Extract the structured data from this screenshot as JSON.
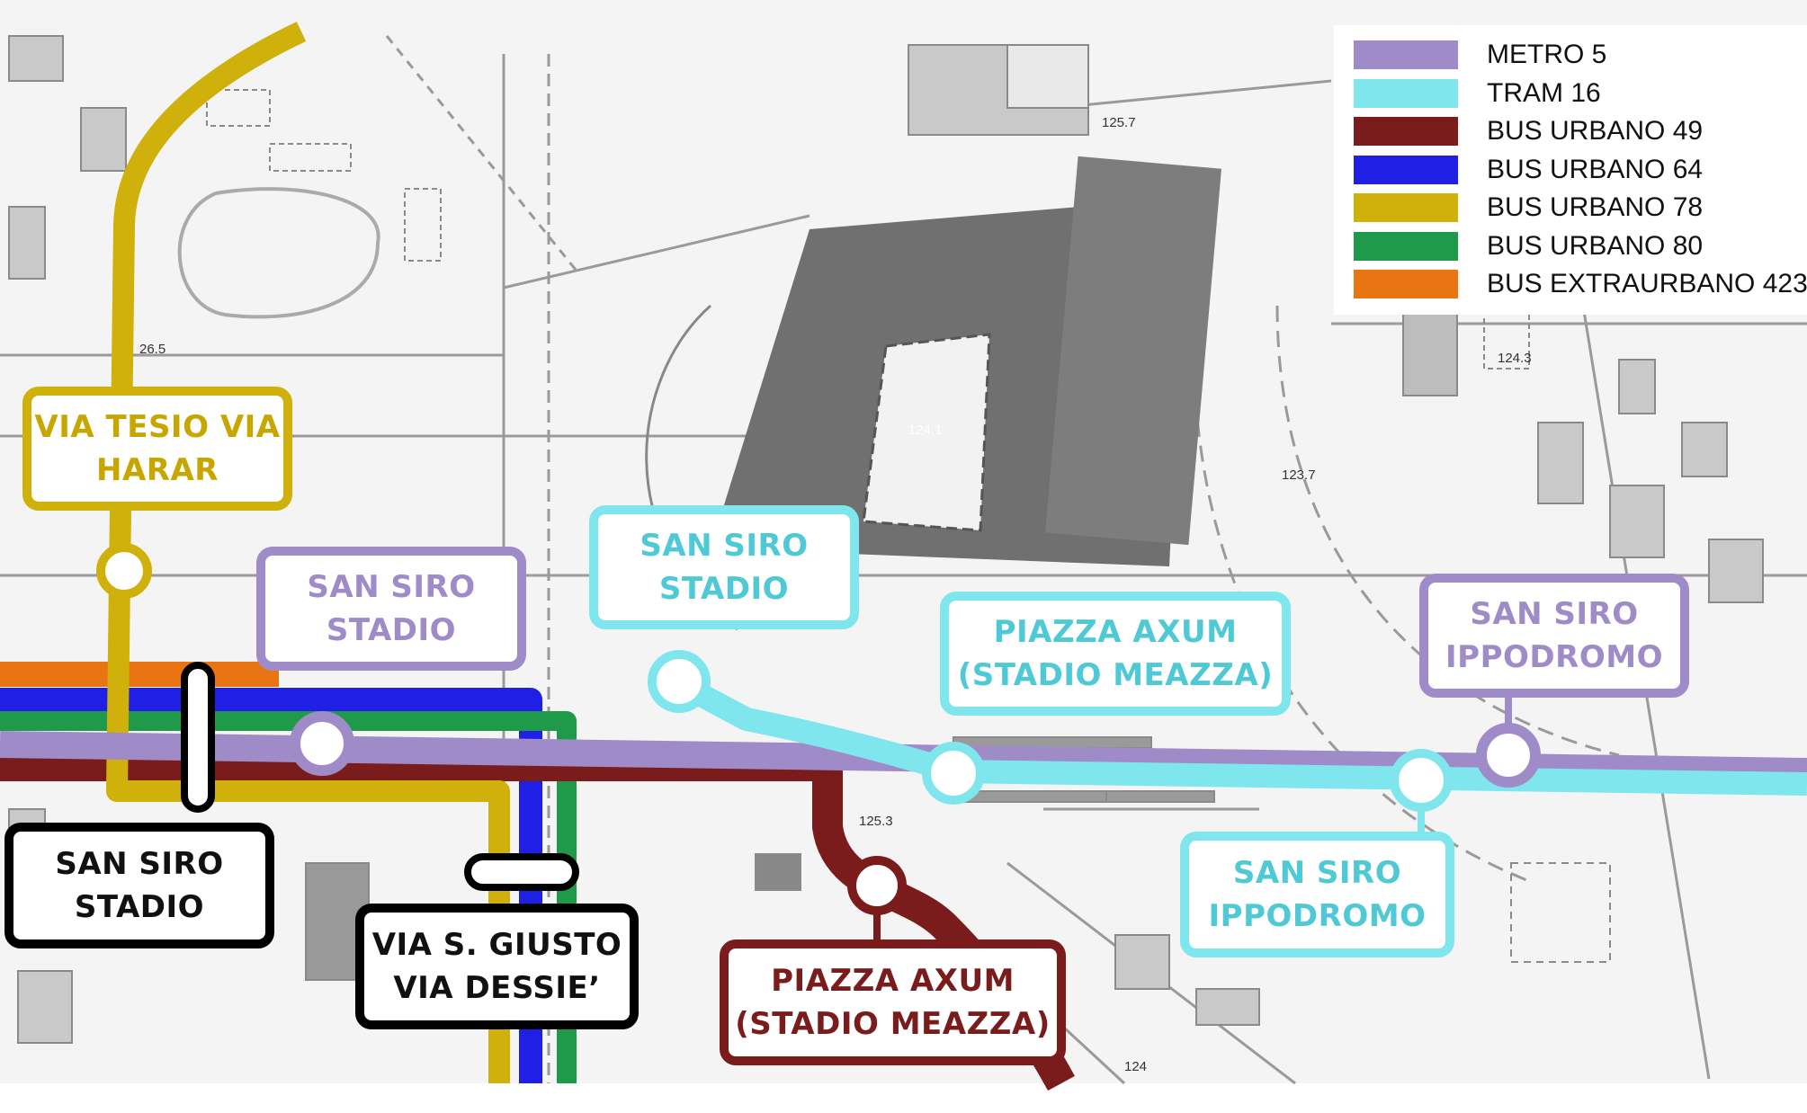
{
  "legend": [
    {
      "name": "METRO 5",
      "color": "#a08bc9"
    },
    {
      "name": "TRAM 16",
      "color": "#7fe6ee"
    },
    {
      "name": "BUS URBANO 49",
      "color": "#7a1c1c"
    },
    {
      "name": "BUS URBANO 64",
      "color": "#1f1fe6"
    },
    {
      "name": "BUS URBANO 78",
      "color": "#d0b00a"
    },
    {
      "name": "BUS URBANO 80",
      "color": "#1e9a4a"
    },
    {
      "name": "BUS EXTRAURBANO 423",
      "color": "#e87512"
    }
  ],
  "stops": {
    "via_tesio": {
      "line1": "VIA TESIO VIA",
      "line2": "HARAR",
      "color": "#d0b00a"
    },
    "metro_san_siro_stadio": {
      "line1": "SAN SIRO",
      "line2": "STADIO",
      "color": "#a08bc9"
    },
    "tram_san_siro_stadio": {
      "line1": "SAN SIRO",
      "line2": "STADIO",
      "color": "#4fd3e0"
    },
    "tram_piazza_axum": {
      "line1": "PIAZZA AXUM",
      "line2": "(STADIO MEAZZA)",
      "color": "#4fd3e0"
    },
    "metro_san_siro_ippodromo": {
      "line1": "SAN SIRO",
      "line2": "IPPODROMO",
      "color": "#a08bc9"
    },
    "bus_san_siro_stadio": {
      "line1": "SAN SIRO",
      "line2": "STADIO",
      "color": "#000000"
    },
    "bus_via_s_giusto": {
      "line1": "VIA S. GIUSTO",
      "line2": "VIA DESSIE’",
      "color": "#000000"
    },
    "bus_piazza_axum": {
      "line1": "PIAZZA AXUM",
      "line2": "(STADIO MEAZZA)",
      "color": "#7a1c1c"
    },
    "tram_san_siro_ippodromo": {
      "line1": "SAN SIRO",
      "line2": "IPPODROMO",
      "color": "#4fd3e0"
    }
  },
  "elevations": [
    "125.7",
    "124.1",
    "123.7",
    "124.3",
    "125.3",
    "124",
    "26.5"
  ]
}
